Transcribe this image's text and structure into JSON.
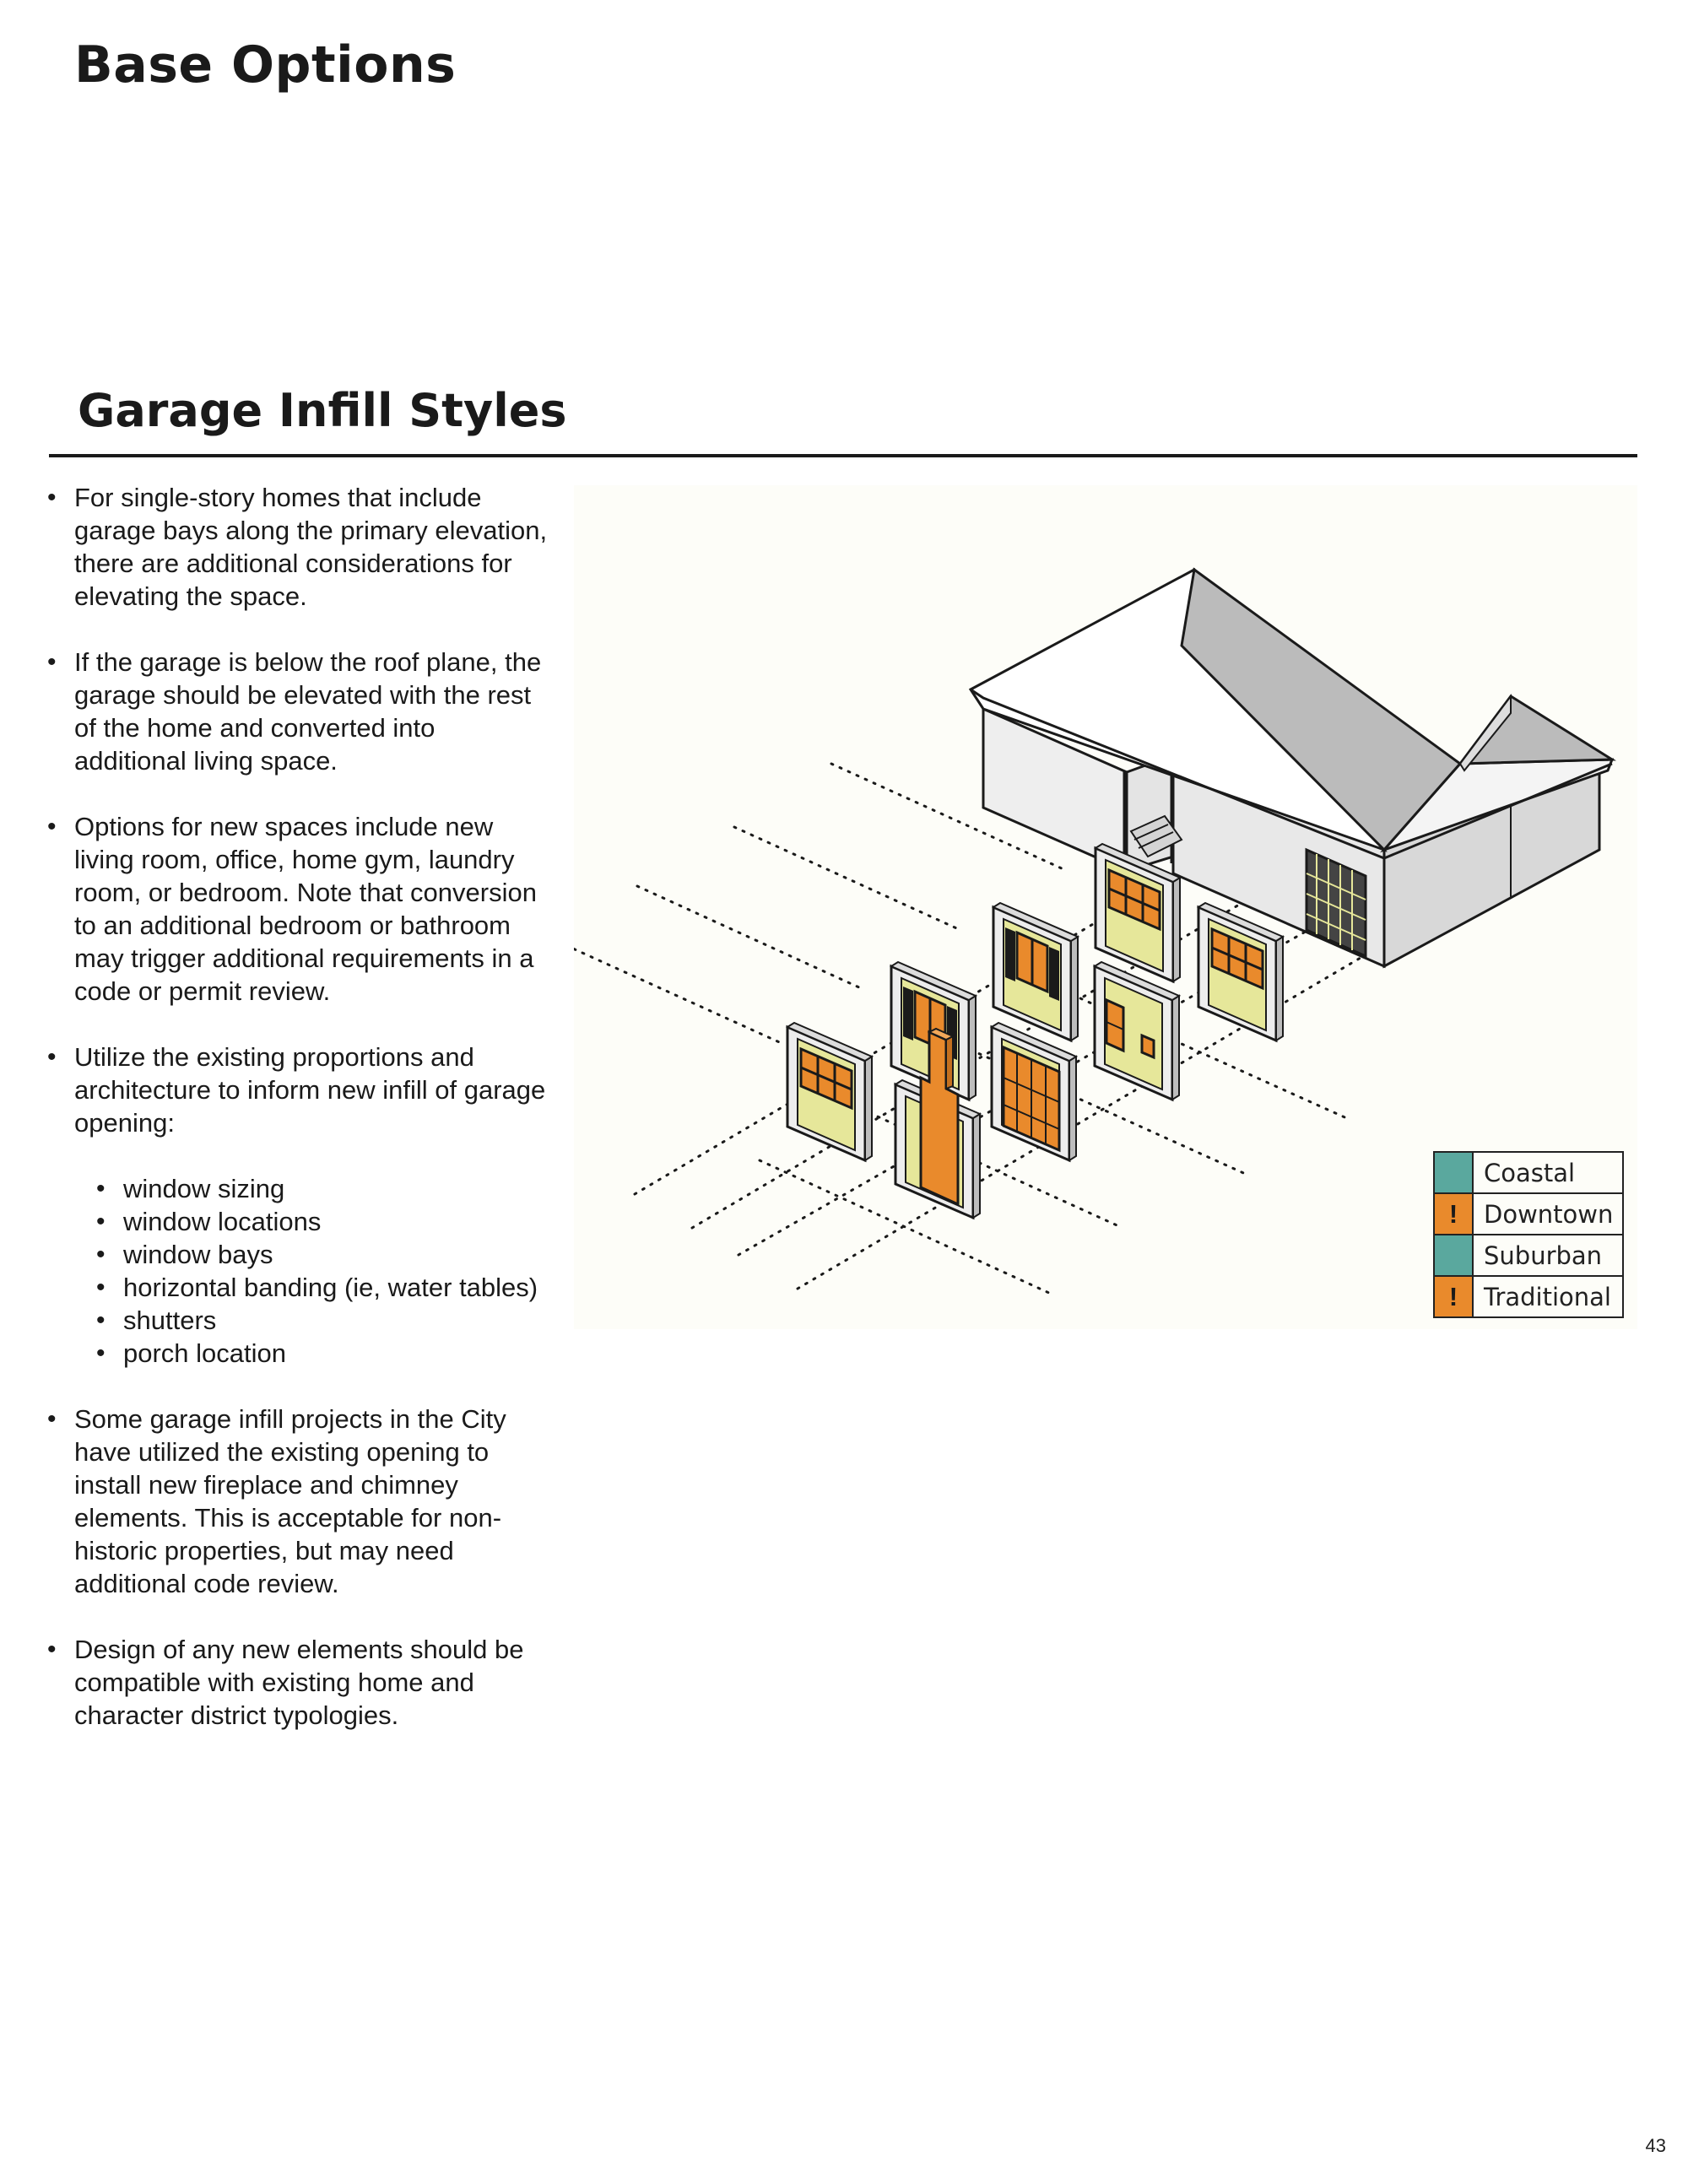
{
  "page": {
    "title": "Base Options",
    "number": "43"
  },
  "section": {
    "title": "Garage Infill Styles"
  },
  "bullets": [
    "For single-story homes that include garage bays along the primary elevation, there are additional considerations for elevating the space.",
    "If the garage is below the roof plane, the garage should be elevated with the rest of the home and converted into additional living space.",
    "Options for new spaces include new living room, office, home gym, laundry room, or bedroom. Note that conversion to an additional bedroom or bathroom may trigger additional requirements in a code or permit review.",
    "Utilize the existing proportions and architecture to inform new infill of garage opening:",
    "Some garage infill projects in the City have utilized the existing opening to install new fireplace and chimney elements. This is acceptable for non-historic properties, but may need additional code review.",
    "Design of any new elements should be compatible with existing home and character district typologies."
  ],
  "sub_bullets": [
    "window sizing",
    "window locations",
    "window bays",
    "horizontal banding (ie, water tables)",
    "shutters",
    "porch location"
  ],
  "legend": [
    {
      "label": "Coastal",
      "mark": "",
      "color": "#5aa89e"
    },
    {
      "label": "Downtown",
      "mark": "!",
      "color": "#e98a2c"
    },
    {
      "label": "Suburban",
      "mark": "",
      "color": "#5aa89e"
    },
    {
      "label": "Traditional",
      "mark": "!",
      "color": "#e98a2c"
    }
  ],
  "colors": {
    "teal": "#5aa89e",
    "orange": "#e98a2c",
    "infill_yellow": "#e6e79a",
    "illustration_bg": "#fdfdf8"
  }
}
